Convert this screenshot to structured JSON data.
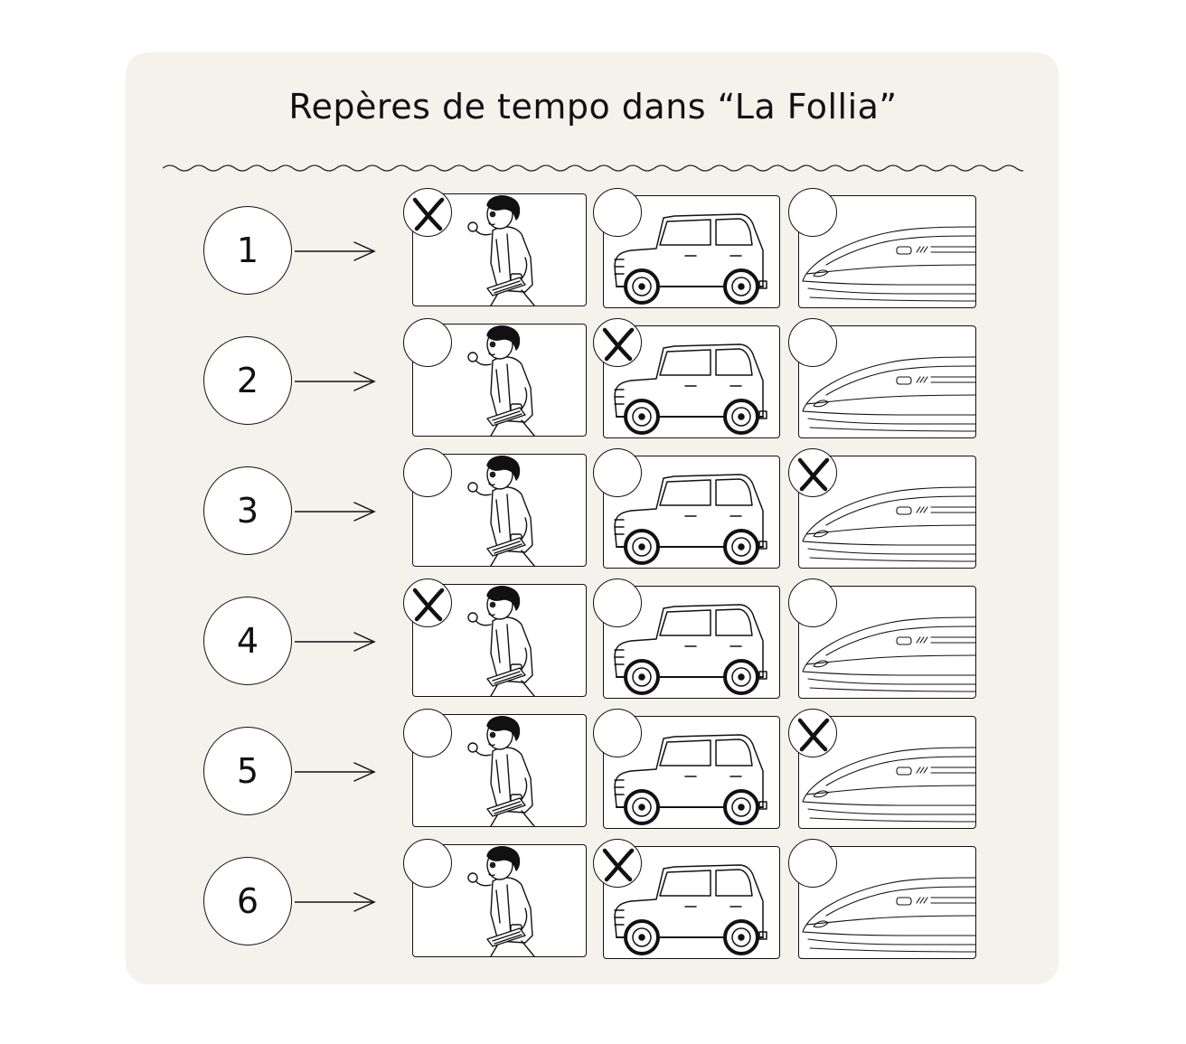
{
  "title": "Repères de tempo dans “La Follia”",
  "options": [
    "runner-icon",
    "car-icon",
    "train-icon"
  ],
  "rows": [
    {
      "number": "1",
      "selected": 0
    },
    {
      "number": "2",
      "selected": 1
    },
    {
      "number": "3",
      "selected": 2
    },
    {
      "number": "4",
      "selected": 0
    },
    {
      "number": "5",
      "selected": 2
    },
    {
      "number": "6",
      "selected": 1
    }
  ]
}
